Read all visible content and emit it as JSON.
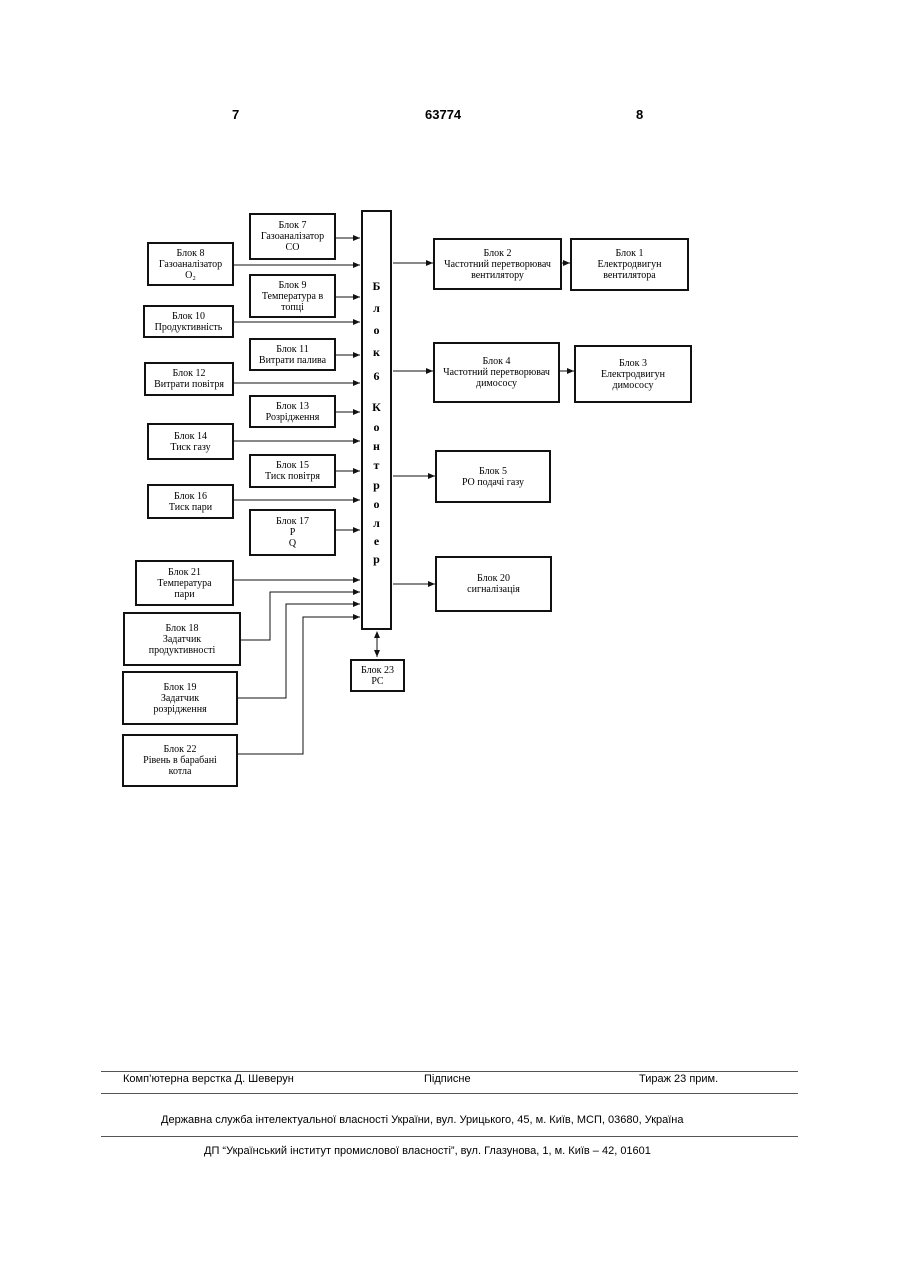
{
  "header": {
    "left_page": "7",
    "patent_number": "63774",
    "right_page": "8"
  },
  "controller": {
    "letters": [
      "Б",
      "л",
      "о",
      "к",
      "6",
      "К",
      "о",
      "н",
      "т",
      "р",
      "о",
      "л",
      "е",
      "р"
    ]
  },
  "blocks": {
    "b7": {
      "l1": "Блок 7",
      "l2": "Газоаналізатор",
      "l3": "CO"
    },
    "b8": {
      "l1": "Блок 8",
      "l2": "Газоаналізатор",
      "l3": "O₂"
    },
    "b9": {
      "l1": "Блок 9",
      "l2": "Температура в",
      "l3": "топці"
    },
    "b10": {
      "l1": "Блок 10",
      "l2": "Продуктивність"
    },
    "b11": {
      "l1": "Блок 11",
      "l2": "Витрати палива"
    },
    "b12": {
      "l1": "Блок 12",
      "l2": "Витрати повітря"
    },
    "b13": {
      "l1": "Блок 13",
      "l2": "Розрідження"
    },
    "b14": {
      "l1": "Блок 14",
      "l2": "Тиск газу"
    },
    "b15": {
      "l1": "Блок 15",
      "l2": "Тиск повітря"
    },
    "b16": {
      "l1": "Блок 16",
      "l2": "Тиск пари"
    },
    "b17": {
      "l1": "Блок 17",
      "l2": "P",
      "l3": "Q"
    },
    "b21": {
      "l1": "Блок 21",
      "l2": "Температура",
      "l3": "пари"
    },
    "b18": {
      "l1": "Блок 18",
      "l2": "Задатчик",
      "l3": "продуктивності"
    },
    "b19": {
      "l1": "Блок 19",
      "l2": "Задатчик",
      "l3": "розрідження"
    },
    "b22": {
      "l1": "Блок 22",
      "l2": "Рівень в барабані",
      "l3": "котла"
    },
    "b23": {
      "l1": "Блок 23",
      "l2": "PC"
    },
    "b2": {
      "l1": "Блок 2",
      "l2": "Частотний перетворювач",
      "l3": "вентилятору"
    },
    "b1": {
      "l1": "Блок 1",
      "l2": "Електродвигун",
      "l3": "вентилятора"
    },
    "b4": {
      "l1": "Блок 4",
      "l2": "Частотний перетворювач",
      "l3": "димососу"
    },
    "b3": {
      "l1": "Блок 3",
      "l2": "Електродвигун",
      "l3": "димососу"
    },
    "b5": {
      "l1": "Блок   5",
      "l2": "PO подачі газу"
    },
    "b20": {
      "l1": "Блок 20",
      "l2": "сигналізація"
    }
  },
  "footer": {
    "typesetter": "Комп’ютерна верстка Д. Шеверун",
    "signed": "Підписне",
    "circulation": "Тираж 23 прим.",
    "agency": "Державна служба інтелектуальної власності України, вул. Урицького, 45, м. Київ, МСП, 03680, Україна",
    "institute": "ДП “Український інститут промислової власності”, вул. Глазунова, 1, м. Київ – 42, 01601"
  }
}
